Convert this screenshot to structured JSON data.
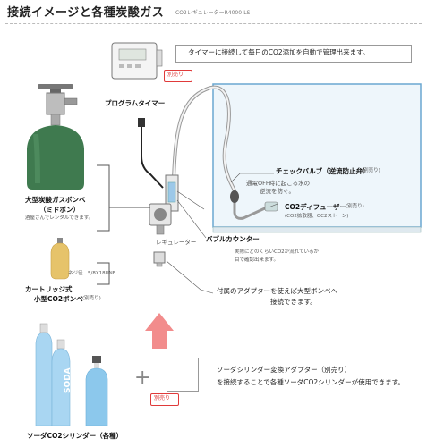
{
  "header": {
    "title": "接続イメージと各種炭酸ガス",
    "model": "CO2レギュレーターR4000-LS"
  },
  "timer": {
    "caption": "タイマーに接続して毎日のCO2添加を自動で管理出来ます。",
    "sold_separately": "別売り",
    "label": "プログラムタイマー"
  },
  "check_valve": {
    "label": "チェックバルブ（逆流防止弁）",
    "tag": "(別売り)",
    "desc1": "通電OFF時に起こる水の",
    "desc2": "逆流を防ぐ。"
  },
  "diffuser": {
    "label": "CO2ディフューザー",
    "tag": "(別売り)",
    "sub": "(CO2拡散器、OC2ストーン)"
  },
  "regulator": {
    "label": "レギュレーター"
  },
  "bubble": {
    "label": "バブルカウンター",
    "desc1": "実際にどのくらいCO2が流れているか",
    "desc2": "目で確認出来ます。"
  },
  "large_cylinder": {
    "name1": "大型炭酸ガスボンベ",
    "name2": "（ミドボン）",
    "note": "酒屋さんでレンタルできます。"
  },
  "cartridge": {
    "thread": "ネジ径　5/8X18UNF",
    "name1": "カートリッジ式",
    "name2": "小型CO2ボンベ",
    "tag": "(別売り)"
  },
  "adapter": {
    "text1": "付属のアダプターを使えば大型ボンベへ",
    "text2": "接続できます。"
  },
  "soda": {
    "bottle_text": "SODA",
    "label": "ソーダCO2シリンダー（各種）",
    "plus": "+",
    "sold_separately": "別売り",
    "text1": "ソーダシリンダー変換アダプター（別売り）",
    "text2": "を接続することで各種ソーダCO2シリンダーが使用できます。"
  },
  "colors": {
    "accent_red": "#e03a3a",
    "cylinder_green": "#3f7a4f",
    "soda_blue": "#8cc8ec",
    "cartridge_gold": "#e6c36a",
    "arrow_pink": "#f28c8c"
  }
}
